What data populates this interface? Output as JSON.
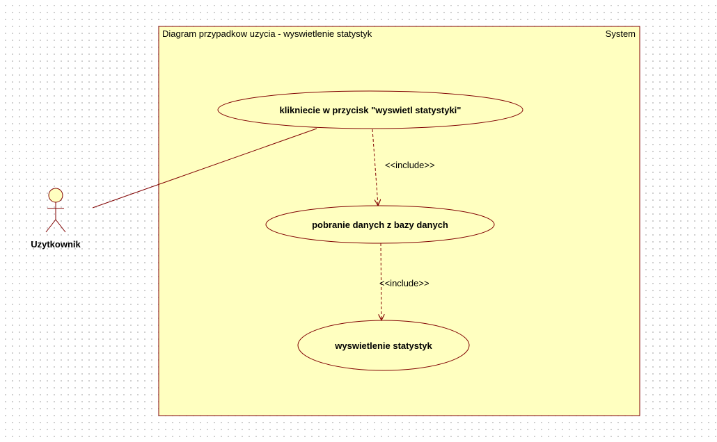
{
  "system": {
    "title": "Diagram przypadkow uzycia - wyswietlenie statystyk",
    "label": "System"
  },
  "actor": {
    "name": "Uzytkownik"
  },
  "use_cases": [
    {
      "label": "klikniecie w przycisk \"wyswietl statystyki\""
    },
    {
      "label": "pobranie danych z bazy danych"
    },
    {
      "label": "wyswietlenie statystyk"
    }
  ],
  "relations": [
    {
      "type": "include",
      "from": 0,
      "to": 1,
      "label": "<<include>>"
    },
    {
      "type": "include",
      "from": 1,
      "to": 2,
      "label": "<<include>>"
    }
  ],
  "colors": {
    "system_fill": "#ffffc0",
    "outline": "#800000",
    "actor_head": "#ffffc0"
  }
}
